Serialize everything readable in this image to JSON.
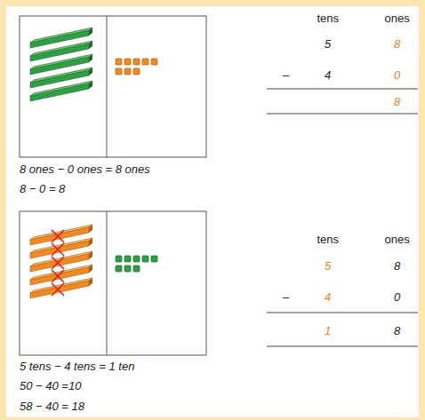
{
  "diagram": {
    "labels": [
      "tens",
      "ones",
      "5",
      "8",
      "–",
      "4",
      "0",
      "8",
      "8 ones − 0 ones = 8 ones",
      "8 − 0 = 8",
      "tens",
      "ones",
      "5",
      "8",
      "–",
      "4",
      "0",
      "1",
      "8",
      "5 tens − 4 tens = 1 ten",
      "50 − 40 =10",
      "58 − 40 = 18"
    ]
  }
}
